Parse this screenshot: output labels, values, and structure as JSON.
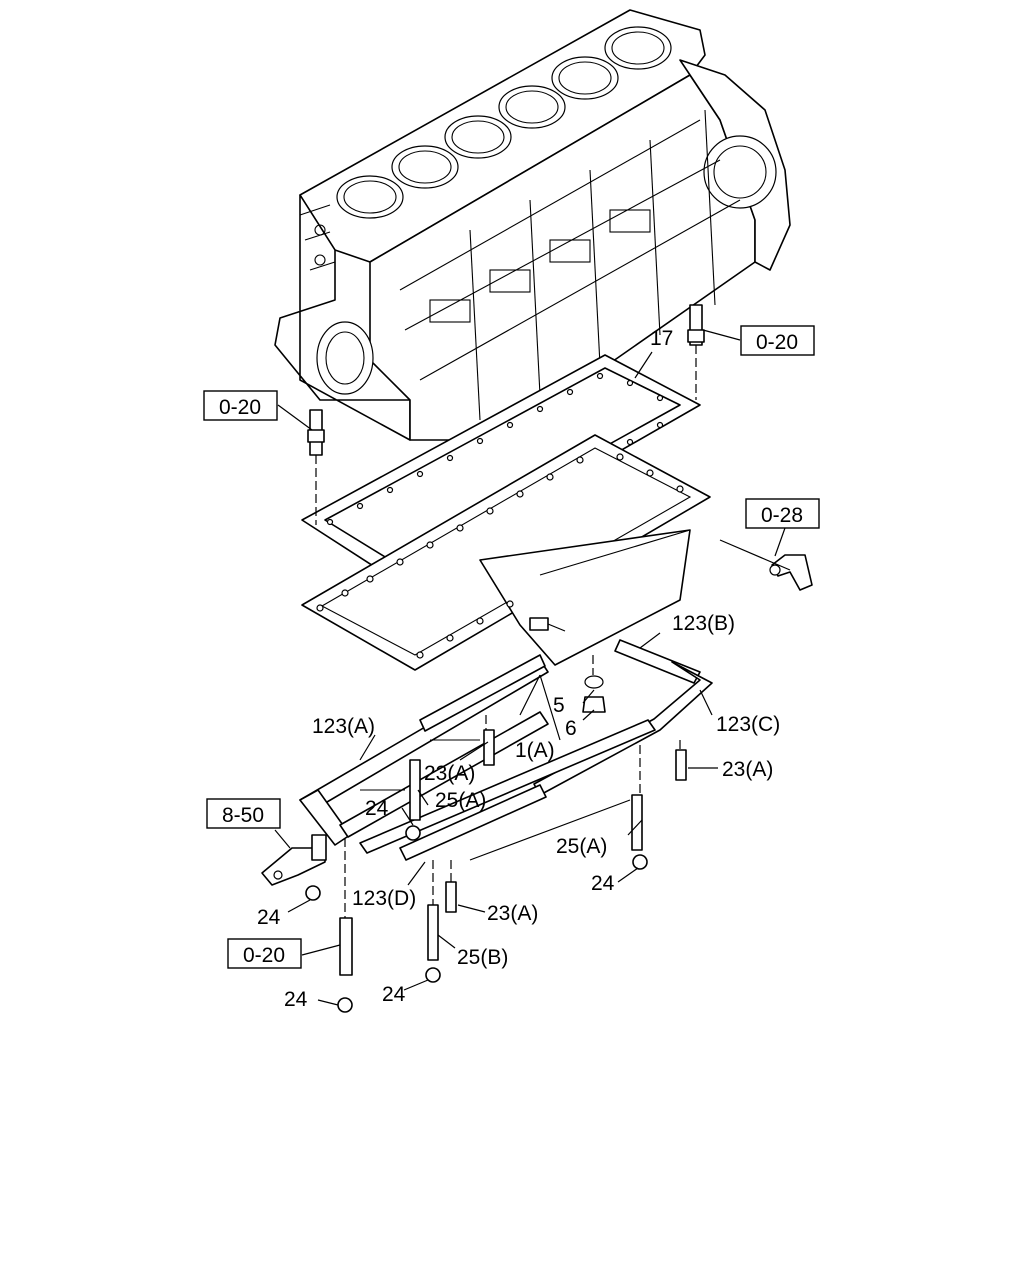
{
  "callouts": {
    "c17": "17",
    "c123B": "123(B)",
    "c5": "5",
    "c6": "6",
    "c1A": "1(A)",
    "c123A": "123(A)",
    "c123C": "123(C)",
    "c23A_1": "23(A)",
    "c23A_2": "23(A)",
    "c23A_3": "23(A)",
    "c24_1": "24",
    "c24_2": "24",
    "c24_3": "24",
    "c24_4": "24",
    "c24_5": "24",
    "c25A_1": "25(A)",
    "c25A_2": "25(A)",
    "c25B": "25(B)",
    "c123D": "123(D)"
  },
  "refs": {
    "r020_right": "0-20",
    "r020_left": "0-20",
    "r020_bottom": "0-20",
    "r028": "0-28",
    "r850": "8-50"
  }
}
